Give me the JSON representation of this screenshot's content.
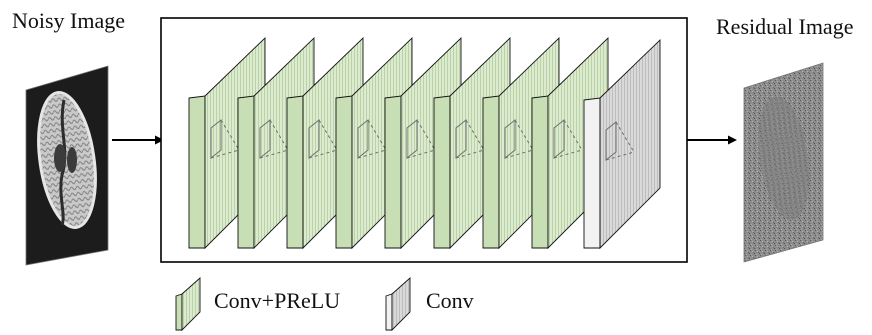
{
  "labels": {
    "input": "Noisy Image",
    "output": "Residual Image"
  },
  "legend": {
    "conv_prelu": "Conv+PReLU",
    "conv": "Conv"
  },
  "network": {
    "green_layer_count": 8,
    "gray_layer_count": 1
  },
  "colors": {
    "green_face": "#dcebd0",
    "green_stripe": "#b9d3a6",
    "green_side": "#c8dfb6",
    "gray_face": "#d9d9d9",
    "gray_stripe": "#bdbdbd",
    "gray_side": "#f2f2f2",
    "outline": "#111111",
    "kernel": "#6f6f6f"
  }
}
